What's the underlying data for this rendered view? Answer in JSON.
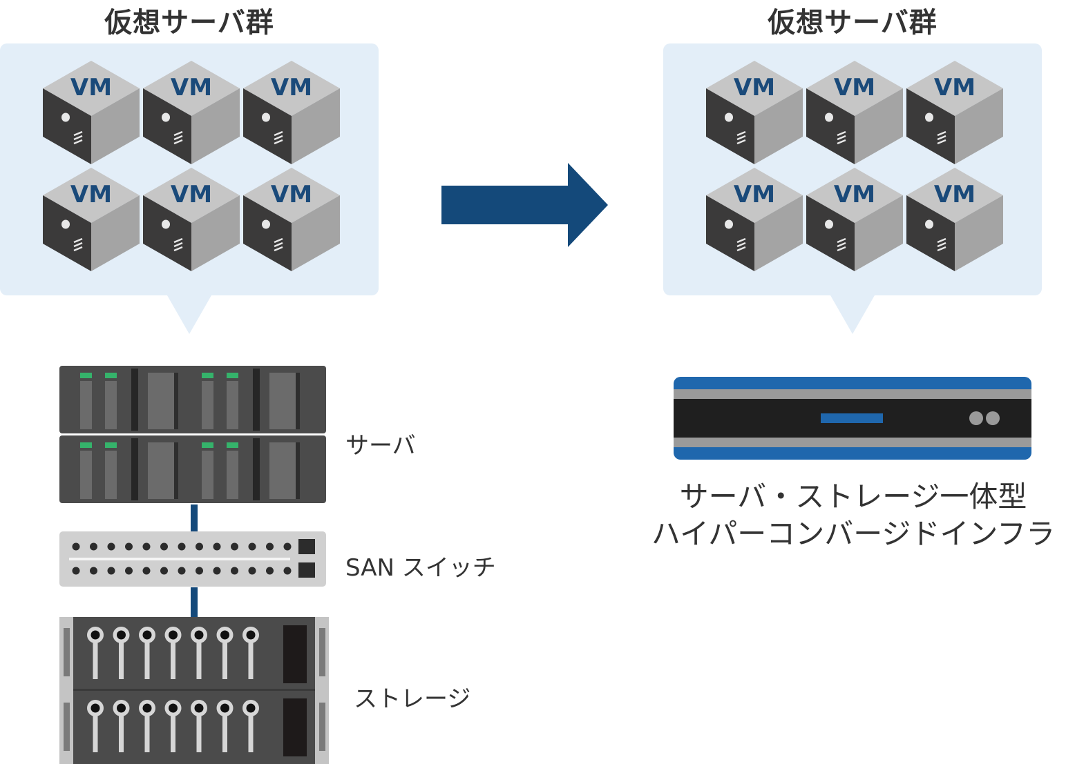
{
  "left": {
    "group_title": "仮想サーバ群",
    "vm_labels": [
      "VM",
      "VM",
      "VM",
      "VM",
      "VM",
      "VM"
    ],
    "server_label": "サーバ",
    "switch_label": "SAN スイッチ",
    "storage_label": "ストレージ"
  },
  "right": {
    "group_title": "仮想サーバ群",
    "vm_labels": [
      "VM",
      "VM",
      "VM",
      "VM",
      "VM",
      "VM"
    ],
    "hci_label_line1": "サーバ・ストレージ一体型",
    "hci_label_line2": "ハイパーコンバージドインフラ"
  },
  "icons": {
    "vm": "vm-server-cube-icon",
    "server": "rack-server-icon",
    "switch": "san-switch-icon",
    "storage": "storage-array-icon",
    "hci": "hyperconverged-appliance-icon",
    "arrow": "right-arrow-icon"
  },
  "colors": {
    "bubble": "#e3eef8",
    "vm_text": "#1a4a7a",
    "arrow": "#14497a",
    "cable": "#14497a",
    "hci_blue": "#1f67ad"
  }
}
